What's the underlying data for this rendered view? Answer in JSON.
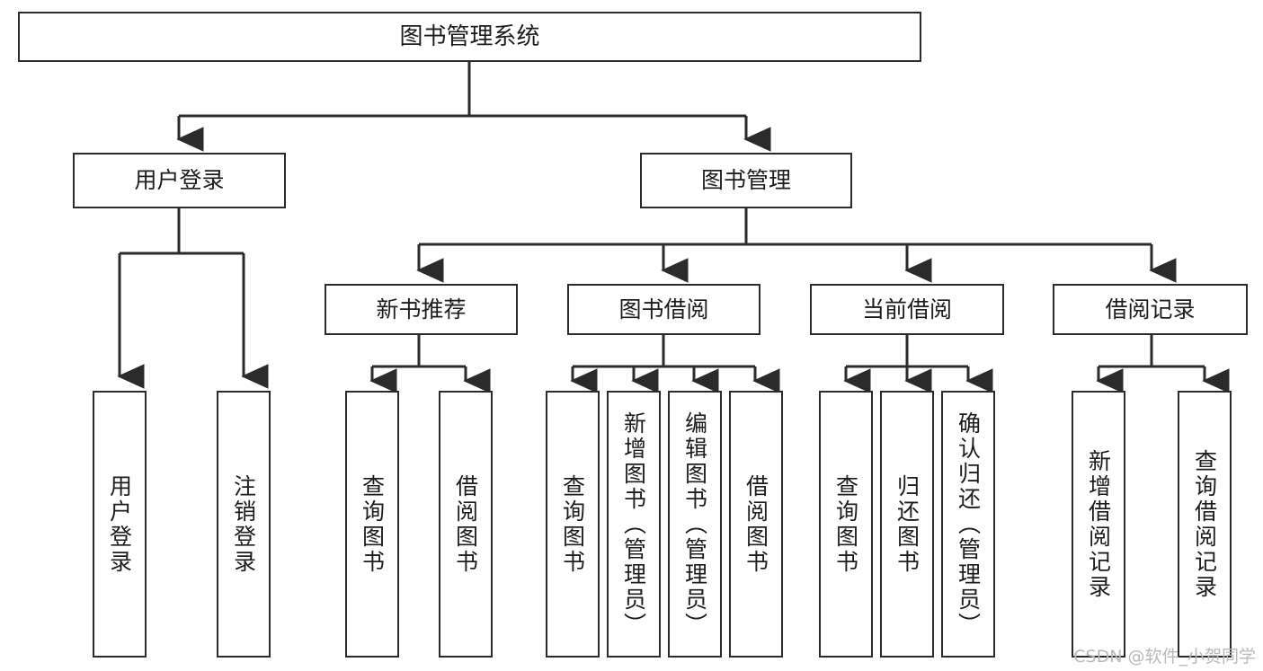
{
  "diagram": {
    "title": "图书管理系统",
    "type": "tree-hierarchy-diagram",
    "root": {
      "label": "图书管理系统"
    },
    "level2": [
      {
        "label": "用户登录"
      },
      {
        "label": "图书管理"
      }
    ],
    "level3": [
      {
        "label": "新书推荐"
      },
      {
        "label": "图书借阅"
      },
      {
        "label": "当前借阅"
      },
      {
        "label": "借阅记录"
      }
    ],
    "leaves": {
      "user_login": [
        {
          "label": "用户登录"
        },
        {
          "label": "注销登录"
        }
      ],
      "new_book_recommend": [
        {
          "label": "查询图书"
        },
        {
          "label": "借阅图书"
        }
      ],
      "book_borrow": [
        {
          "label": "查询图书"
        },
        {
          "label": "新增图书（管理员）"
        },
        {
          "label": "编辑图书（管理员）"
        },
        {
          "label": "借阅图书"
        }
      ],
      "current_borrow": [
        {
          "label": "查询图书"
        },
        {
          "label": "归还图书"
        },
        {
          "label": "确认归还（管理员）"
        }
      ],
      "borrow_record": [
        {
          "label": "新增借阅记录"
        },
        {
          "label": "查询借阅记录"
        }
      ]
    }
  },
  "watermark": {
    "text": "CSDN @软件_小贺同学"
  },
  "colors": {
    "stroke": "#2b2b2b",
    "background": "#ffffff",
    "text": "#1c1c1c",
    "watermark": "#b9b9b9"
  }
}
